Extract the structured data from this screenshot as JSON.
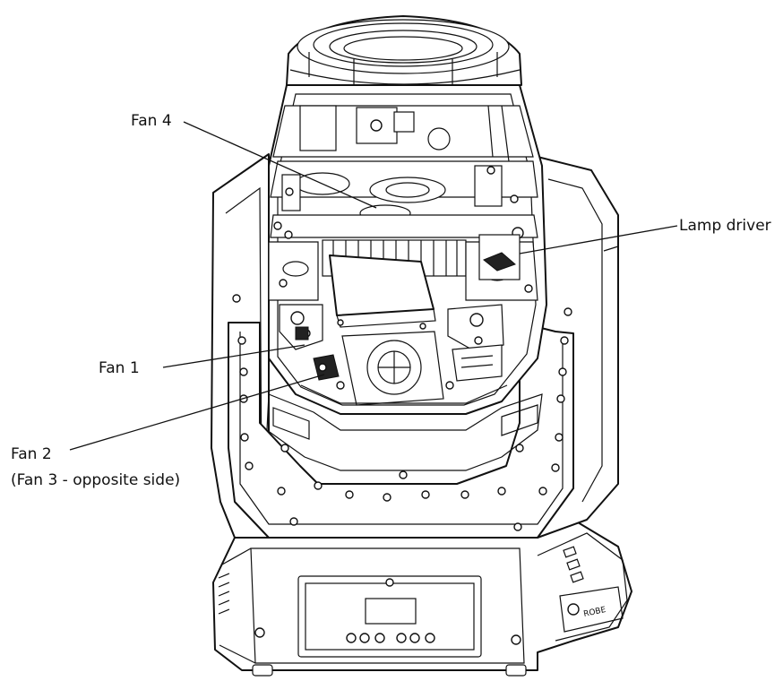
{
  "callouts": {
    "fan4": {
      "label": "Fan 4"
    },
    "lamp_driver": {
      "label": "Lamp driver"
    },
    "fan1": {
      "label": "Fan 1"
    },
    "fan2": {
      "label": "Fan 2"
    },
    "fan3_note": {
      "label": "(Fan 3 - opposite side)"
    }
  }
}
